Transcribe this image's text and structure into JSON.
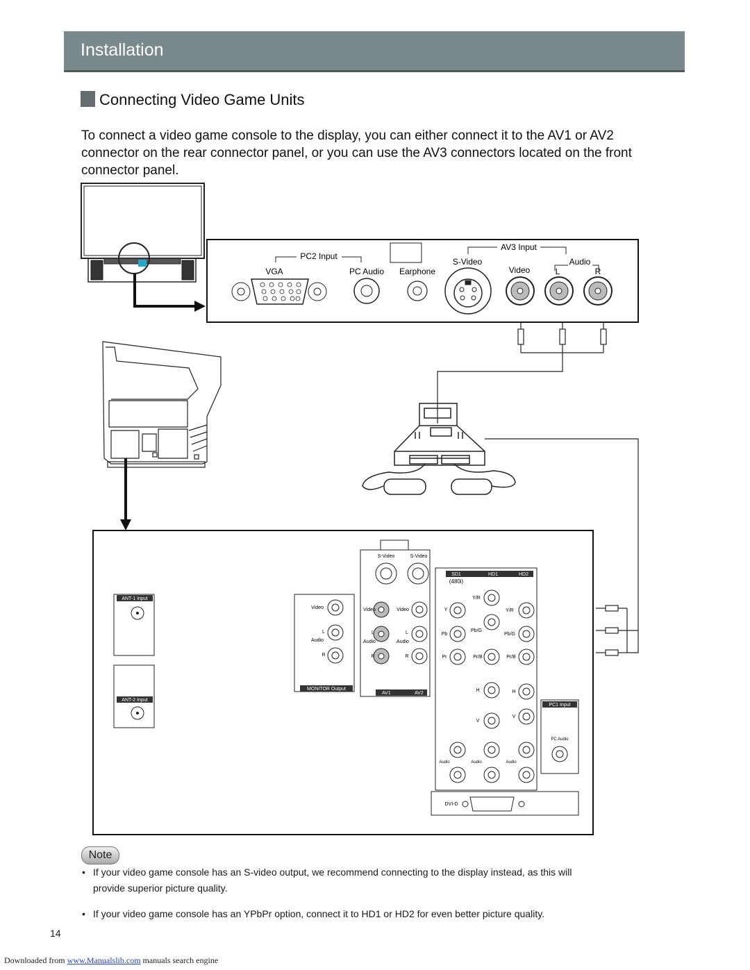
{
  "header": {
    "title": "Installation"
  },
  "section": {
    "title": "Connecting Video Game Units"
  },
  "intro": "To connect a video game console to the display, you can either connect it to the AV1 or AV2 connector on the rear connector panel, or you can use the AV3 connectors located on the front connector panel.",
  "front_panel": {
    "pc2_label": "PC2 Input",
    "vga_label": "VGA",
    "pc_audio_label": "PC Audio",
    "earphone_label": "Earphone",
    "av3_label": "AV3 Input",
    "svideo_label": "S-Video",
    "video_label": "Video",
    "audio_label": "Audio",
    "l_label": "L",
    "r_label": "R"
  },
  "rear_panel": {
    "ant1": "ANT-1 Input",
    "ant2": "ANT-2 Input",
    "monitor_output": "MONITOR Output",
    "svideo": "S-Video",
    "video": "Video",
    "audio": "Audio",
    "l": "L",
    "r": "R",
    "av1": "AV1",
    "av2": "AV2",
    "sd1": "SD1",
    "hd1": "HD1",
    "hd2": "HD2",
    "res_480i": "(480i)",
    "y": "Y",
    "y_r": "Y/R",
    "pb": "Pb",
    "pb_g": "Pb/G",
    "pr": "Pr",
    "pr_b": "Pr/B",
    "h": "H",
    "v": "V",
    "pc1_input": "PC1 Input",
    "pc_audio": "PC Audio",
    "dvi_d": "DVI-D"
  },
  "note": {
    "badge": "Note",
    "bullet1_line1": "If your video game console has an S-video output, we recommend connecting to the display instead, as this will",
    "bullet1_line2": "provide  superior picture quality.",
    "bullet2": "If your video game console has an YPbPr option, connect it to HD1 or HD2 for even better picture quality."
  },
  "page_number": "14",
  "footer": {
    "prefix": "Downloaded from ",
    "link": "www.Manualslib.com",
    "suffix": "  manuals search engine"
  },
  "colors": {
    "header_bg": "#7a8a8c",
    "header_text": "#ffffff",
    "section_icon": "#636d6f",
    "link": "#2244cc"
  }
}
